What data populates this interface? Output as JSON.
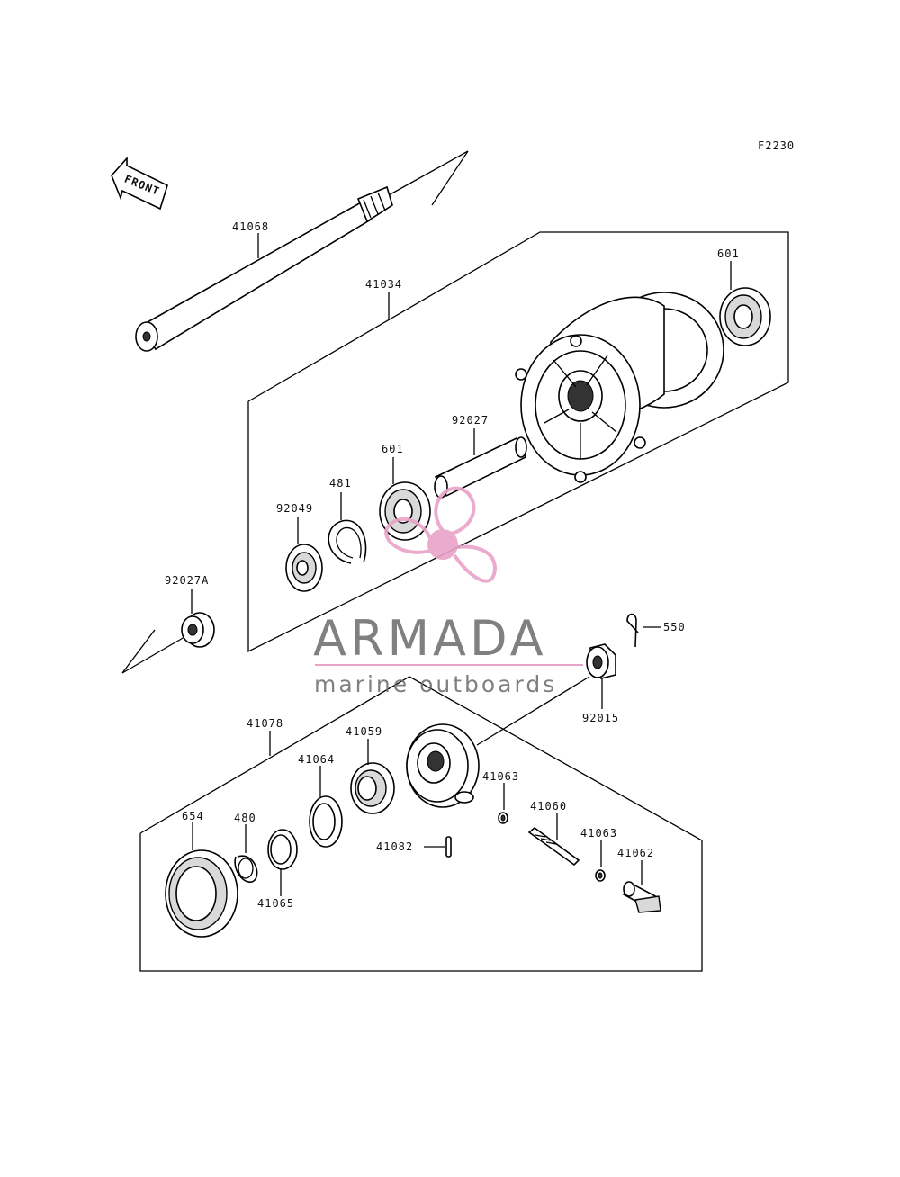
{
  "diagram": {
    "figure_code": "F2230",
    "direction_label": "FRONT",
    "parts": {
      "axle": "41068",
      "hub": "41034",
      "bearing_right": "601",
      "collar": "92027",
      "bearing_left": "601",
      "circlip": "481",
      "oil_seal": "92049",
      "collar_a": "92027A",
      "cotter_pin": "550",
      "axle_nut": "92015",
      "meter_gear_assy": "41078",
      "gear": "41059",
      "plate": "41064",
      "washer_a": "41063",
      "pinion": "41060",
      "washer_b": "41063",
      "pin": "41082",
      "bushing": "41062",
      "seal": "654",
      "snap_ring": "480",
      "spacer": "41065"
    }
  },
  "watermark": {
    "brand": "ARMADA",
    "tagline": "marine outboards",
    "accent_color": "#e8a3c8"
  }
}
